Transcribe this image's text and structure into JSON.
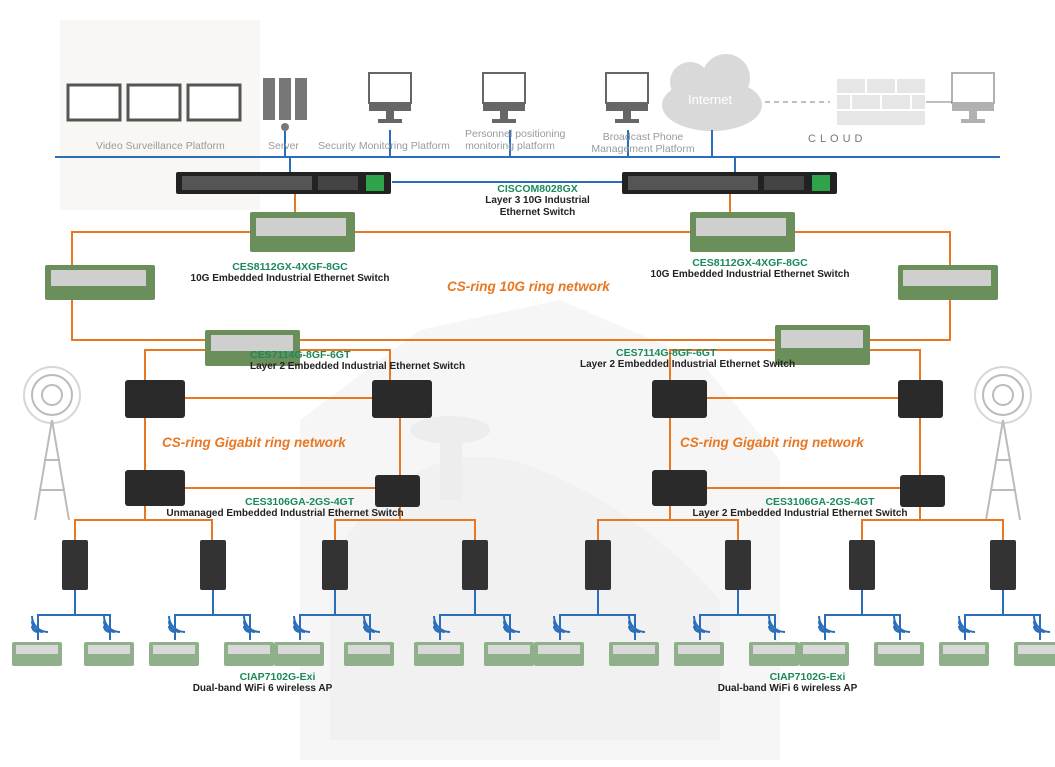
{
  "platforms": {
    "video": "Video Surveillance Platform",
    "server": "Server",
    "security": "Security Monitoring Platform",
    "personnel_1": "Personnel positioning",
    "personnel_2": "monitoring platform",
    "broadcast_1": "Broadcast Phone",
    "broadcast_2": "Management Platform",
    "internet": "Internet",
    "cloud": "CLOUD"
  },
  "core_switch": {
    "model": "CISCOM8028GX",
    "desc_1": "Layer 3 10G Industrial",
    "desc_2": "Ethernet Switch"
  },
  "ring_10g": {
    "label": "CS-ring 10G ring network",
    "left_model": "CES8112GX-4XGF-8GC",
    "left_desc": "10G Embedded Industrial Ethernet Switch",
    "right_model": "CES8112GX-4XGF-8GC",
    "right_desc": "10G Embedded Industrial Ethernet Switch"
  },
  "layer2": {
    "left_model": "CES7114G-8GF-6GT",
    "left_desc": "Layer 2 Embedded Industrial Ethernet Switch",
    "right_model": "CES7114G-8GF-6GT",
    "right_desc": "Layer 2 Embedded Industrial Ethernet Switch"
  },
  "ring_gigabit": {
    "left_label": "CS-ring Gigabit ring network",
    "right_label": "CS-ring Gigabit ring network"
  },
  "access": {
    "left_model": "CES3106GA-2GS-4GT",
    "left_desc": "Unmanaged Embedded Industrial Ethernet Switch",
    "right_model": "CES3106GA-2GS-4GT",
    "right_desc": "Layer 2 Embedded Industrial Ethernet Switch"
  },
  "ap": {
    "left_model": "CIAP7102G-Exi",
    "left_desc": "Dual-band WiFi 6 wireless AP",
    "right_model": "CIAP7102G-Exi",
    "right_desc": "Dual-band WiFi 6 wireless AP"
  },
  "colors": {
    "backbone": "#2a6ebb",
    "ring": "#e87722",
    "model_text": "#1a8a5a",
    "ring_text": "#e87722",
    "ap_link": "#2a6ebb"
  }
}
